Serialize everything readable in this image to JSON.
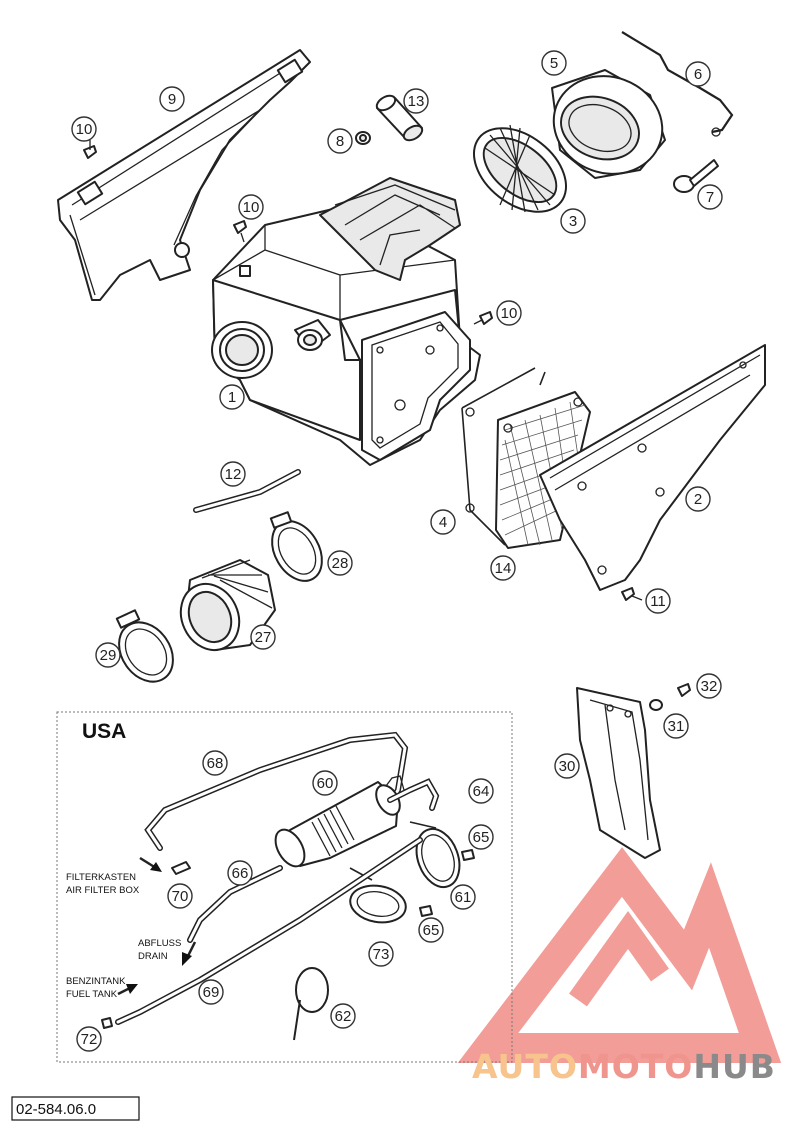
{
  "diagram": {
    "callouts": [
      "1",
      "2",
      "3",
      "4",
      "5",
      "6",
      "7",
      "8",
      "9",
      "10",
      "10",
      "10",
      "11",
      "12",
      "13",
      "14",
      "27",
      "28",
      "29",
      "30",
      "31",
      "32"
    ],
    "usa_inset": {
      "title": "USA",
      "callouts": [
        "60",
        "61",
        "62",
        "64",
        "65",
        "65",
        "66",
        "68",
        "69",
        "70",
        "72",
        "73"
      ],
      "notes": {
        "filter_box_de": "FILTERKASTEN",
        "filter_box_en": "AIR FILTER BOX",
        "drain_de": "ABFLUSS",
        "drain_en": "DRAIN",
        "fuel_tank_de": "BENZINTANK",
        "fuel_tank_en": "FUEL TANK"
      }
    },
    "drawing_number": "02-584.06.0"
  },
  "watermark": {
    "part1": "AUTO",
    "part2": "MOTO",
    "part3": "HUB",
    "colors": {
      "auto": "#f6c48c",
      "moto": "#f0958e",
      "hub": "#8a8a8a",
      "logo": "#f08c86"
    }
  }
}
